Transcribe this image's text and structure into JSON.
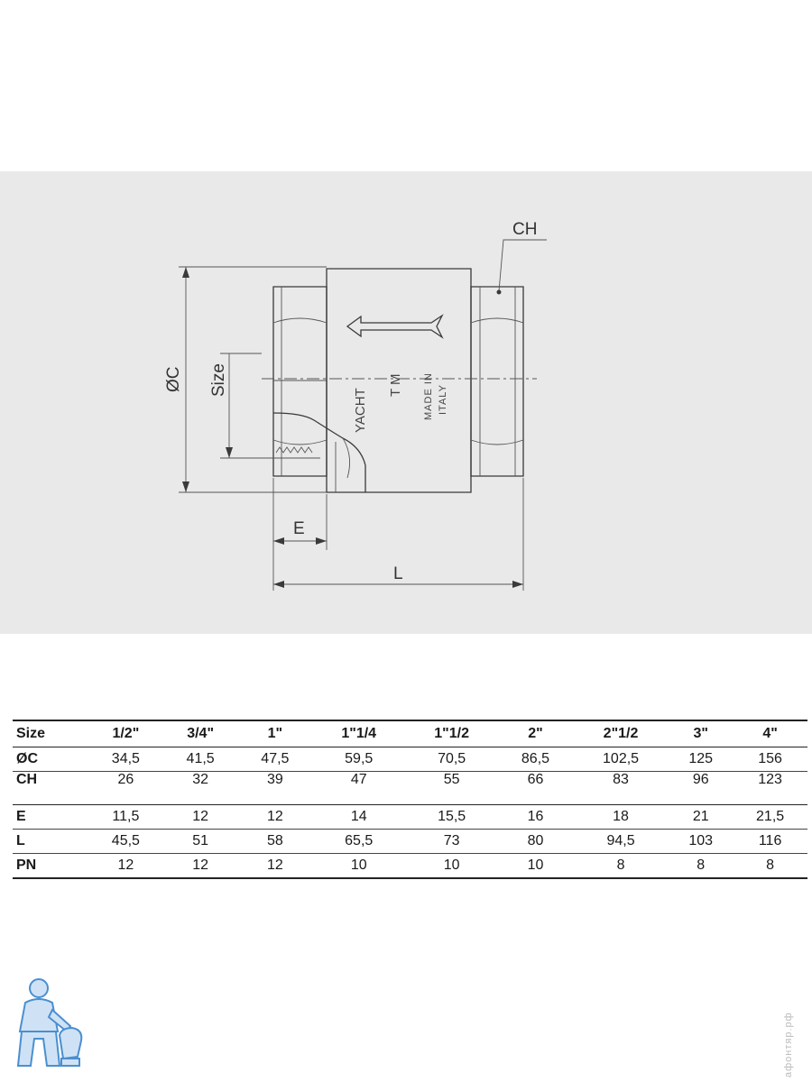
{
  "drawing": {
    "labels": {
      "ch": "CH",
      "diameter": "ØC",
      "size": "Size",
      "e": "E",
      "l": "L"
    },
    "body_marks": {
      "brand": "YACHT",
      "tm": "T M",
      "made_in_1": "MADE IN",
      "made_in_2": "ITALY"
    }
  },
  "table": {
    "header": [
      "Size",
      "1/2\"",
      "3/4\"",
      "1\"",
      "1\"1/4",
      "1\"1/2",
      "2\"",
      "2\"1/2",
      "3\"",
      "4\""
    ],
    "rows": [
      {
        "label": "ØC",
        "values": [
          "34,5",
          "41,5",
          "47,5",
          "59,5",
          "70,5",
          "86,5",
          "102,5",
          "125",
          "156"
        ]
      },
      {
        "label": "CH",
        "values": [
          "26",
          "32",
          "39",
          "47",
          "55",
          "66",
          "83",
          "96",
          "123"
        ]
      },
      {
        "label": "E",
        "values": [
          "11,5",
          "12",
          "12",
          "14",
          "15,5",
          "16",
          "18",
          "21",
          "21,5"
        ]
      },
      {
        "label": "L",
        "values": [
          "45,5",
          "51",
          "58",
          "65,5",
          "73",
          "80",
          "94,5",
          "103",
          "116"
        ]
      },
      {
        "label": "PN",
        "values": [
          "12",
          "12",
          "12",
          "10",
          "10",
          "10",
          "8",
          "8",
          "8"
        ]
      }
    ]
  },
  "watermark": "афонтяр.рф",
  "colors": {
    "panel_bg": "#e9e9e9",
    "line": "#3a3a3a",
    "mascot_blue": "#4a8fd0"
  }
}
